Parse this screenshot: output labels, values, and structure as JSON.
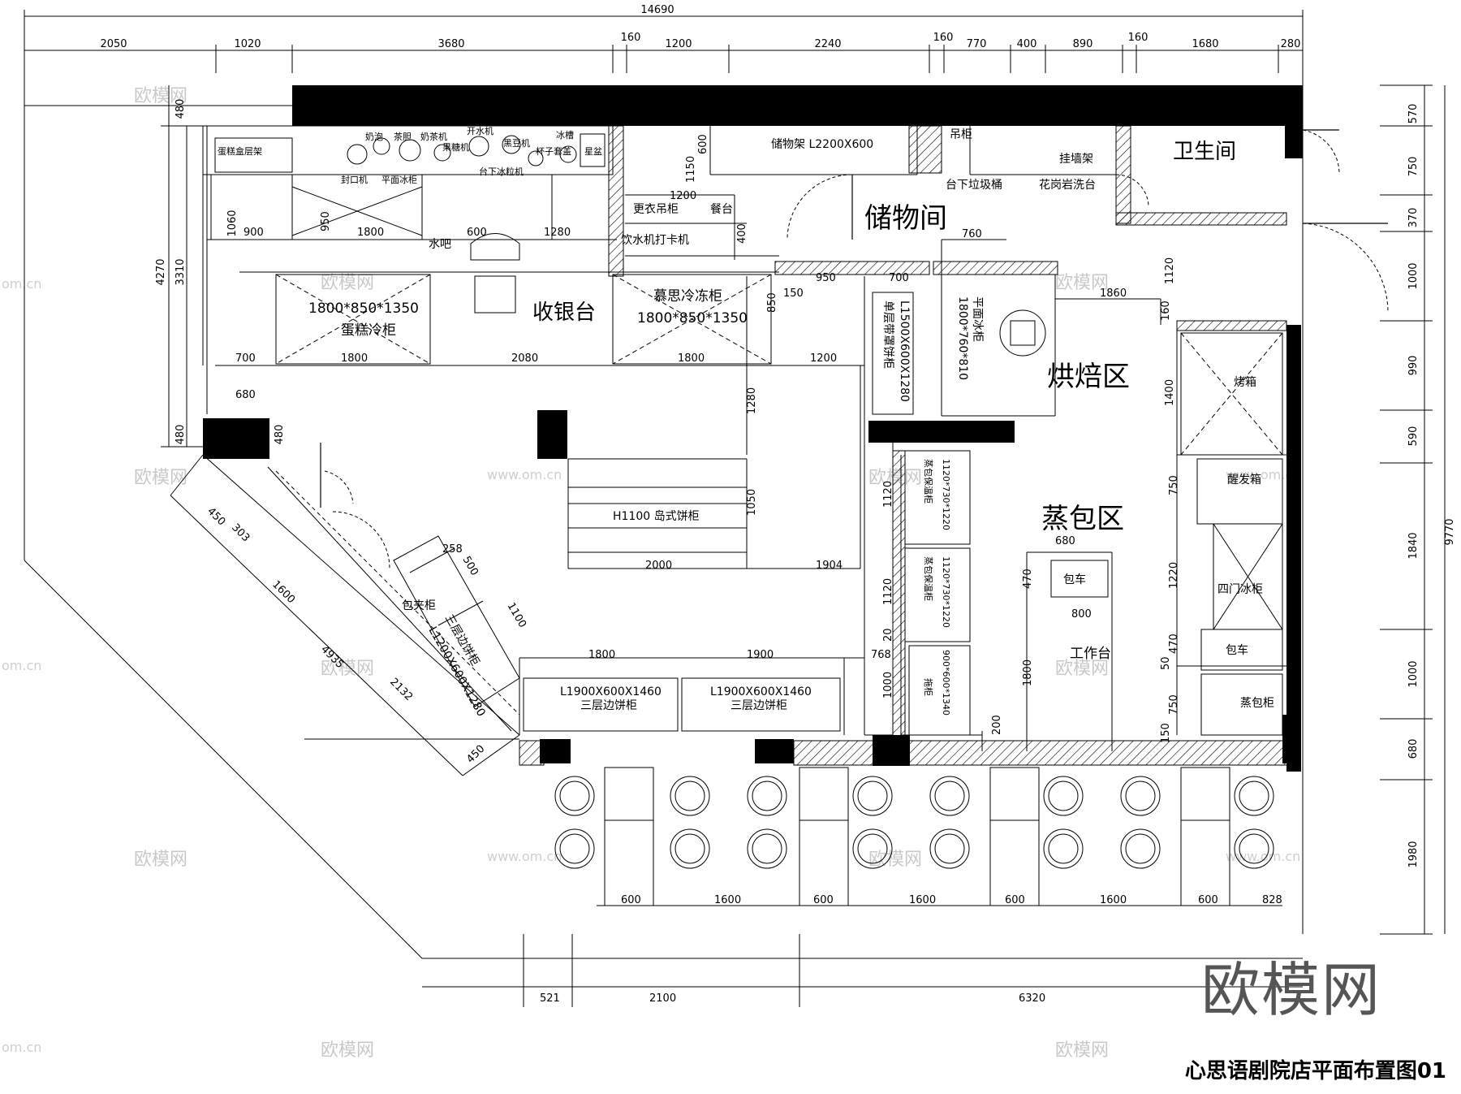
{
  "title": "心思语剧院店平面布置图01",
  "watermark": {
    "brand": "欧模网",
    "url": "www.om.cn",
    "edge": "om.cn"
  },
  "overall_width": "14690",
  "top_dims": [
    "2050",
    "1020",
    "3680",
    "160",
    "1200",
    "2240",
    "160",
    "770",
    "400",
    "890",
    "160",
    "1680",
    "280"
  ],
  "right_dims": [
    "570",
    "750",
    "370",
    "1000",
    "990",
    "590",
    "1840",
    "1000",
    "680",
    "1980"
  ],
  "right_total": "9770",
  "left_dims": [
    "480",
    "4270",
    "3310",
    "1060",
    "480",
    "480"
  ],
  "bottom_dims": [
    "521",
    "2100",
    "6320"
  ],
  "seating_dims": [
    "600",
    "1600",
    "600",
    "1600",
    "600",
    "1600",
    "600",
    "828"
  ],
  "rooms": {
    "storage": "储物间",
    "restroom": "卫生间",
    "baking": "烘焙区",
    "steam": "蒸包区",
    "cashier": "收银台"
  },
  "labels": {
    "shelf_rack": "蛋糕盒层架",
    "milk_foam": "奶泡",
    "tea_bile": "茶胆",
    "milk_tea": "奶茶机",
    "boil_water": "开水机",
    "fructose": "果糖机",
    "soy": "黑豆机",
    "ice_bin": "冰槽",
    "cup_set": "杯子套盖",
    "sink": "星盆",
    "sealer": "封口机",
    "flat_freezer": "平面冰柜",
    "under_ice": "台下冰粒机",
    "storage_rack": "储物架 L2200X600",
    "hanging_cab": "吊柜",
    "under_trash": "台下垃圾桶",
    "granite_basin": "花岗岩洗台",
    "mop_rack": "挂墙架",
    "locker": "更衣吊柜",
    "dining": "餐台",
    "water_card": "饮水机打卡机",
    "water_bar": "水吧",
    "cake_freezer_size": "1800*850*1350",
    "cake_freezer": "蛋糕冷柜",
    "mousse_freezer": "慕思冷冻柜",
    "mousse_size": "1800*850*1350",
    "single_rack": "单层带罩饼柜",
    "single_rack_size": "L1500X600X1280",
    "flat_freezer2": "平面冰柜",
    "flat_freezer2_size": "1800*760*810",
    "oven": "烤箱",
    "proofer": "醒发箱",
    "four_door": "四门冰柜",
    "bun_cart": "包车",
    "steam_cab": "蒸包柜",
    "work_table": "工作台",
    "island": "H1100 岛式饼柜",
    "steam_warm1": "蒸包保温柜",
    "steam_warm2": "蒸包保温柜",
    "steam_size": "1120*730*1220",
    "mop": "拖柜",
    "mop_size": "900*600*1340",
    "side_cab_size": "L1900X600X1460",
    "side_cab": "三层边饼柜",
    "bread_cab": "包夹柜",
    "bread_rack": "三层边饼柜",
    "bread_rack_size": "L1200X600X1280"
  },
  "inner_dims": {
    "d900": "900",
    "d1800": "1800",
    "d600": "600",
    "d1280": "1280",
    "d950": "950",
    "d1150": "1150",
    "d1200": "1200",
    "d400": "400",
    "d760": "760",
    "d1120": "1120",
    "d850": "850",
    "d700": "700",
    "d2080": "2080",
    "d680": "680",
    "d150": "150",
    "d1860": "1860",
    "d160": "160",
    "d1400": "1400",
    "d1050": "1050",
    "d2000": "2000",
    "d1904": "1904",
    "d1900": "1900",
    "d768": "768",
    "d20": "20",
    "d1000": "1000",
    "d470": "470",
    "d800": "800",
    "d200": "200",
    "d750": "750",
    "d1220": "1220",
    "d50": "50",
    "d258": "258",
    "d500": "500",
    "d1100": "1100",
    "d450": "450",
    "d303": "303",
    "d1600": "1600",
    "d4935": "4935",
    "d2132": "2132"
  }
}
